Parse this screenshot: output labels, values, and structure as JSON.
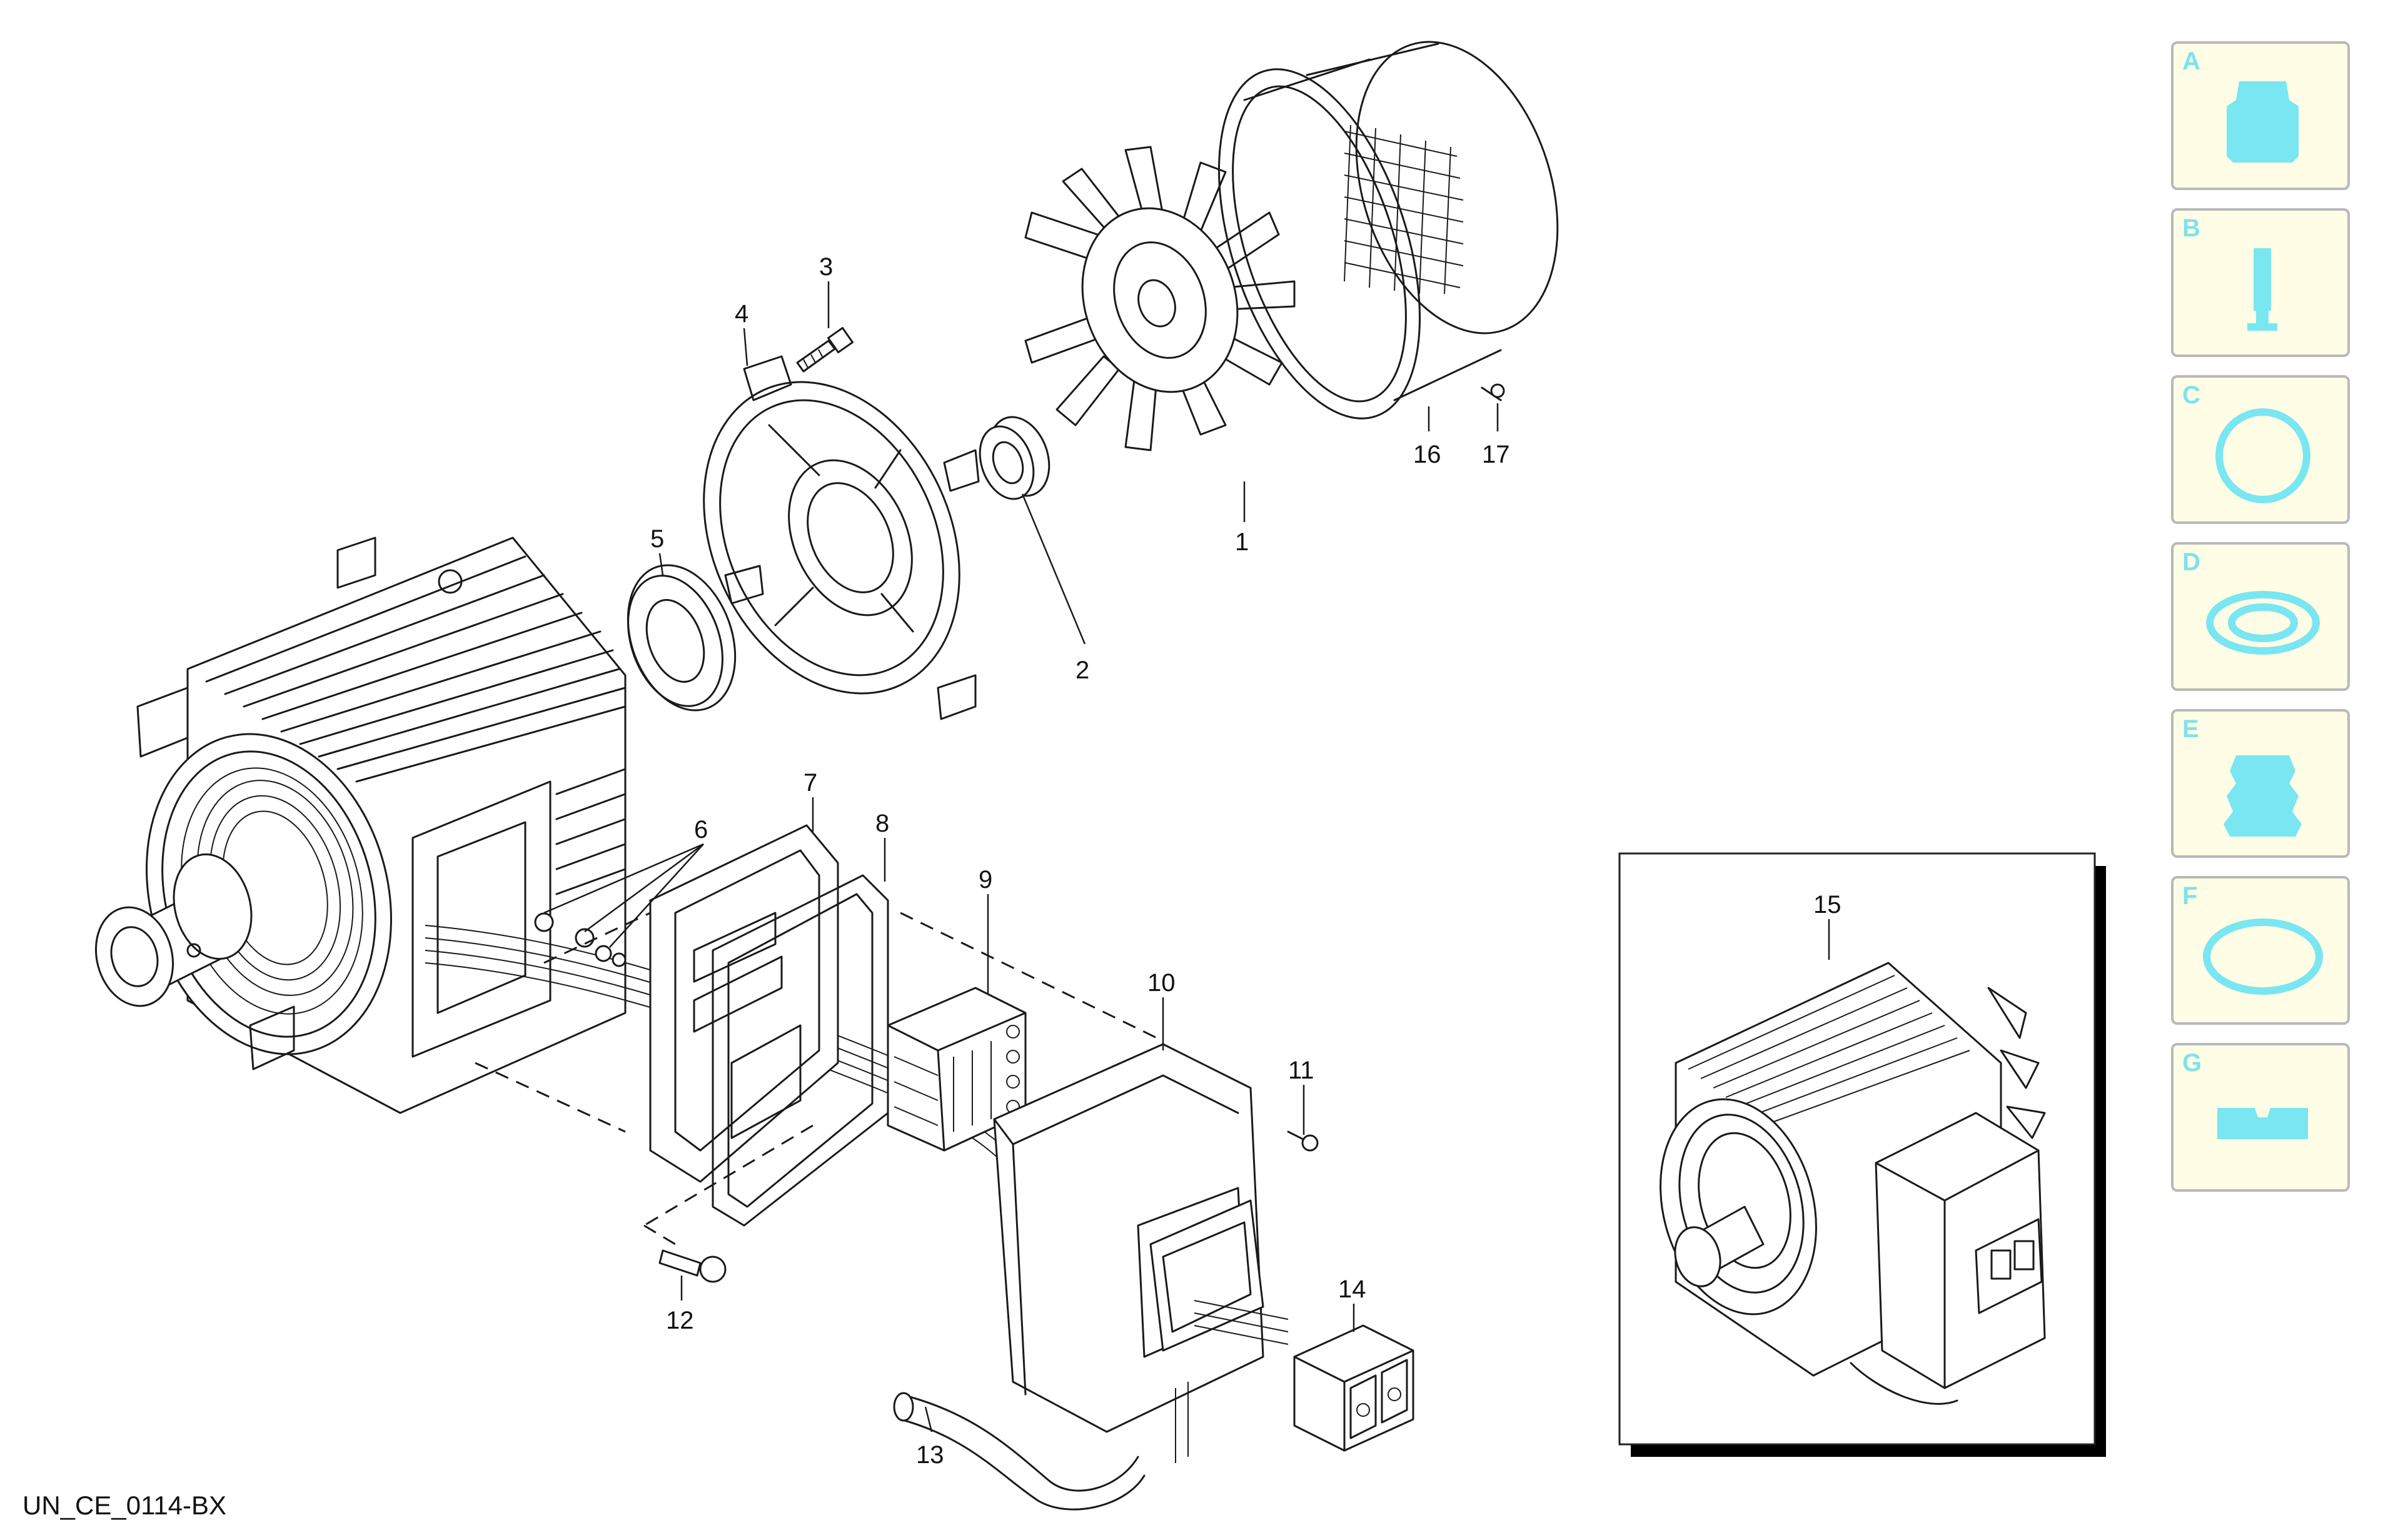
{
  "drawing_code": "UN_CE_0114-BX",
  "callouts": [
    "1",
    "2",
    "3",
    "4",
    "5",
    "6",
    "7",
    "8",
    "9",
    "10",
    "11",
    "12",
    "13",
    "14",
    "15",
    "16",
    "17"
  ],
  "inset_callout": "15",
  "accent_color": "#79e6f2",
  "tab_background": "#fffde6",
  "side_tabs": [
    {
      "letter": "A",
      "icon": "motor-unit-icon"
    },
    {
      "letter": "B",
      "icon": "shaft-pin-icon"
    },
    {
      "letter": "C",
      "icon": "gasket-ring-icon"
    },
    {
      "letter": "D",
      "icon": "seal-ring-icon"
    },
    {
      "letter": "E",
      "icon": "bellows-icon"
    },
    {
      "letter": "F",
      "icon": "o-ring-icon"
    },
    {
      "letter": "G",
      "icon": "block-icon"
    }
  ]
}
